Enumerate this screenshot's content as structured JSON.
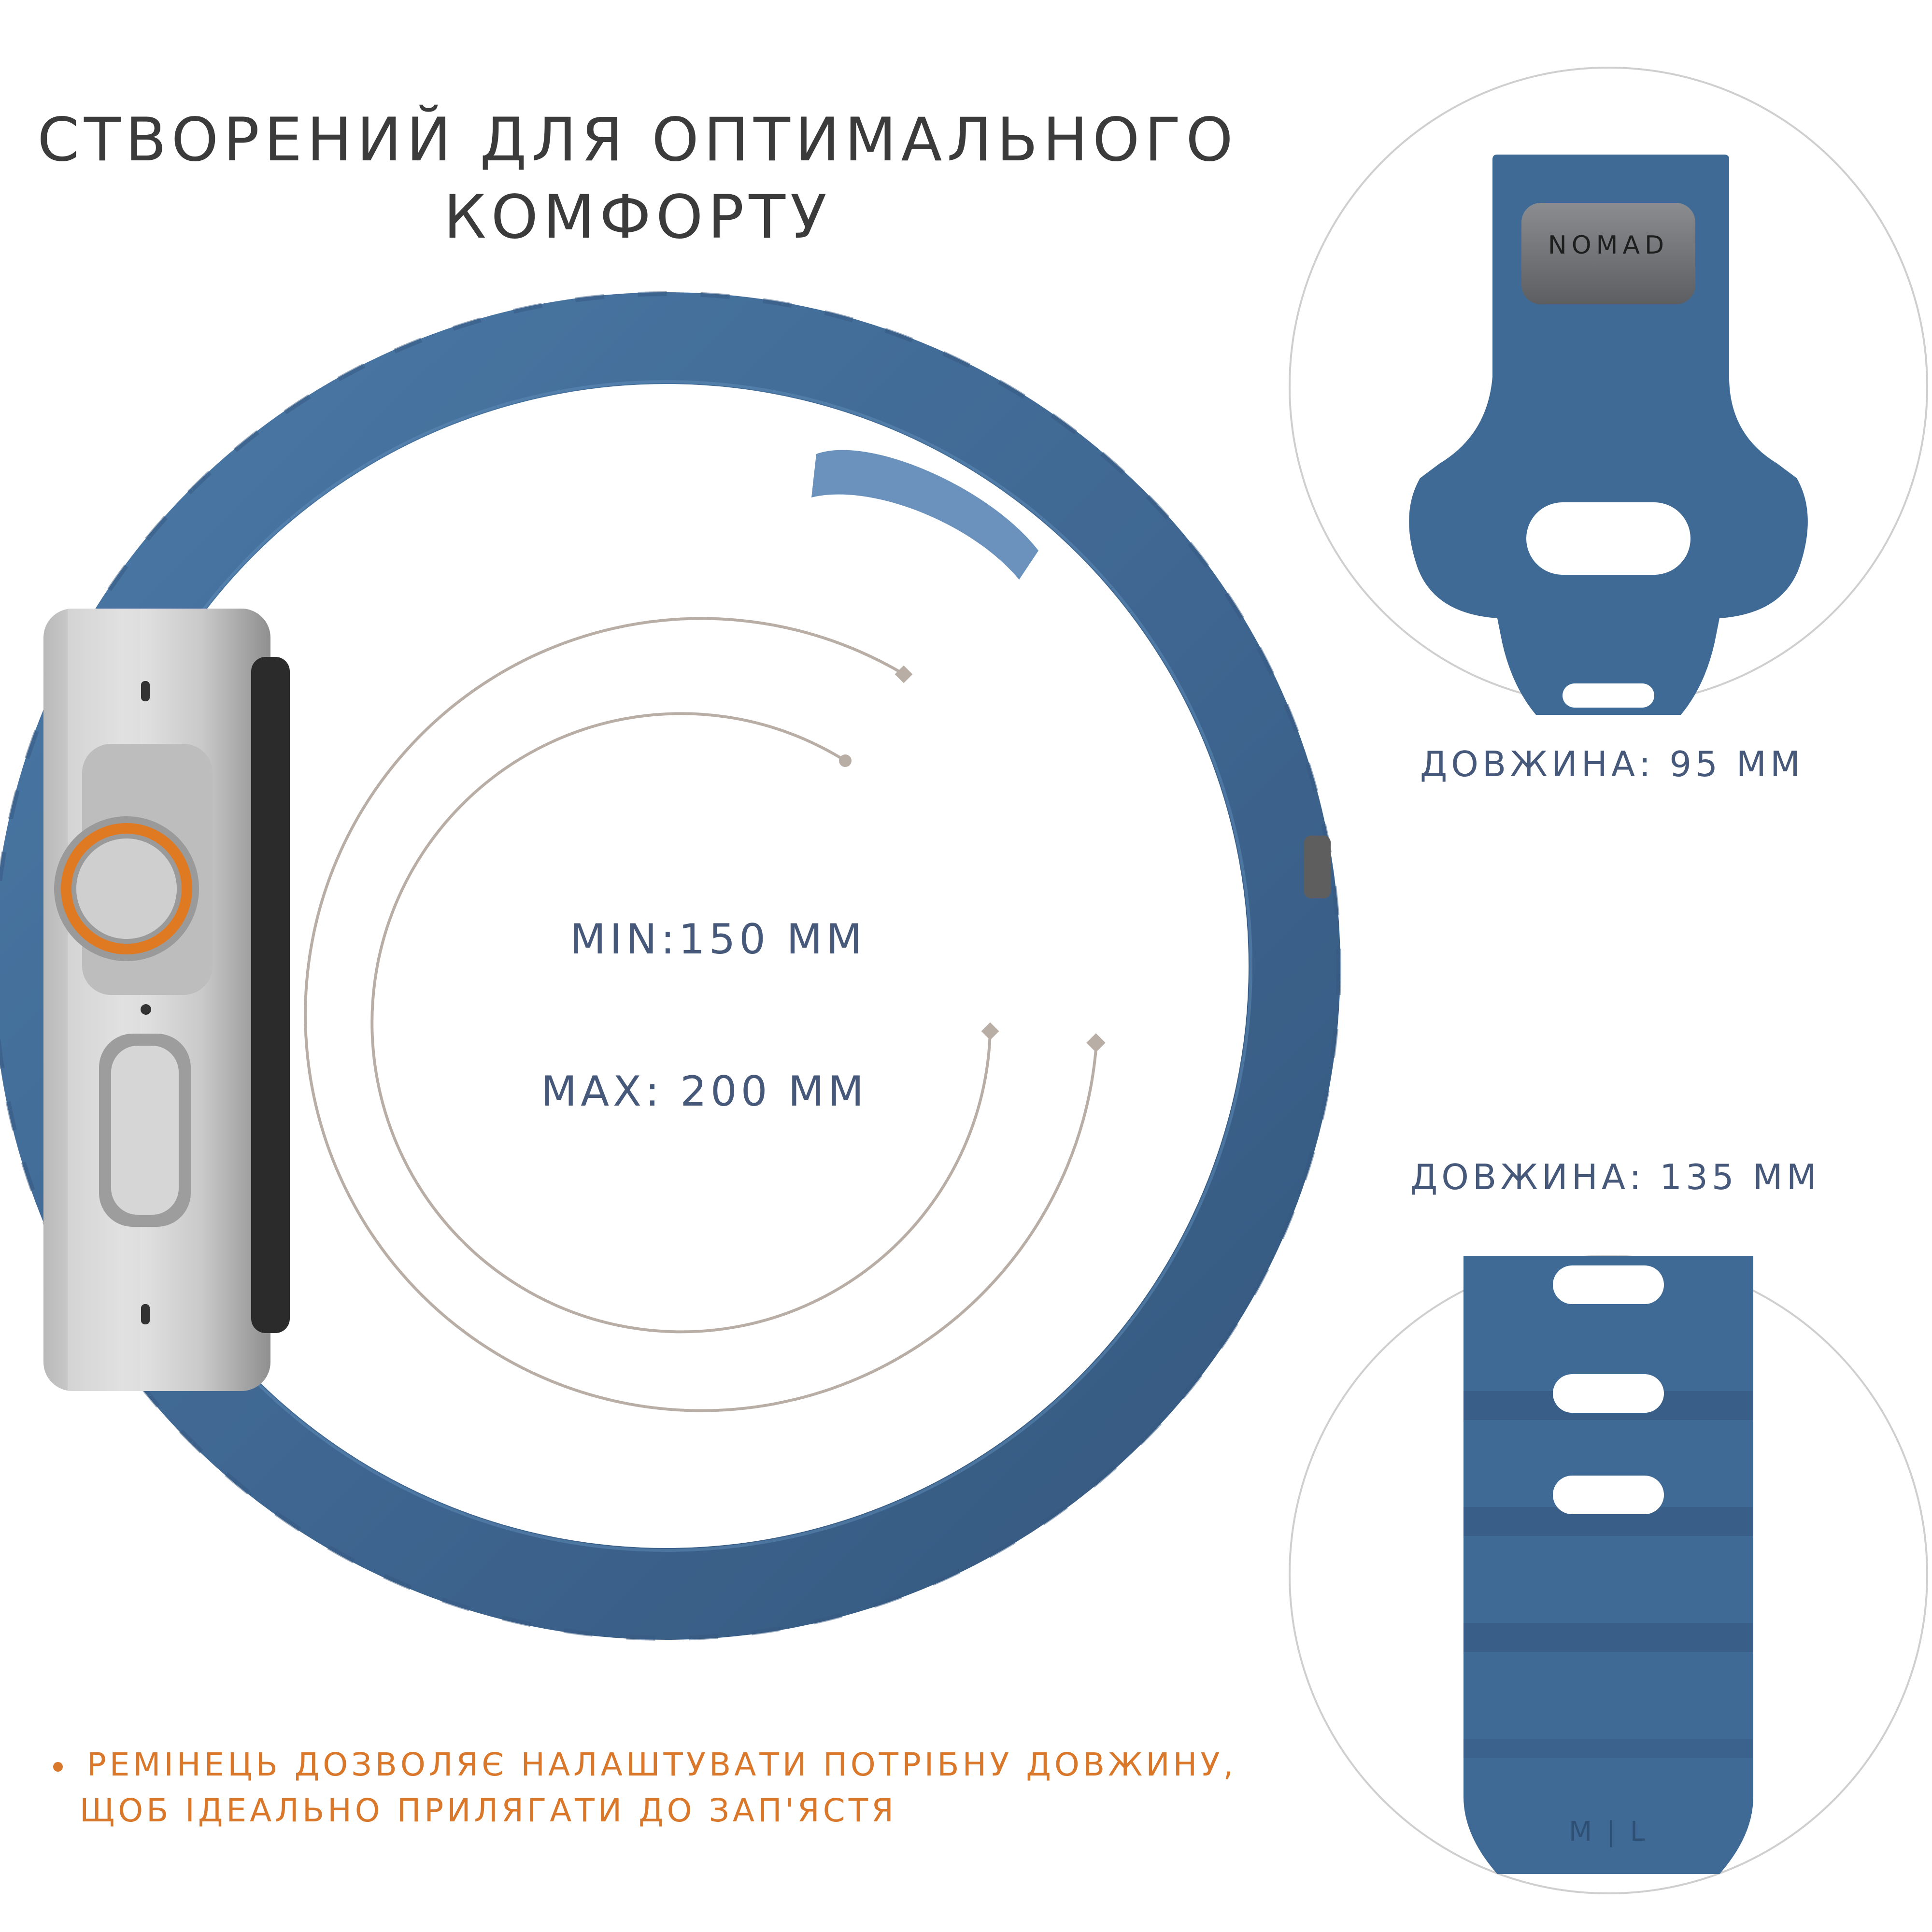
{
  "headline": {
    "line1": "СТВОРЕНИЙ ДЛЯ ОПТИМАЛЬНОГО",
    "line2": "КОМФОРТУ"
  },
  "sizes": {
    "min_label": "MIN:150 MM",
    "max_label": "MAX: 200 MM"
  },
  "parts": {
    "short_length": "ДОВЖИНА: 95 ММ",
    "long_length": "ДОВЖИНА: 135 ММ",
    "brand": "NOMAD",
    "size_mark": "M | L"
  },
  "note": {
    "line1": "РЕМІНЕЦЬ ДОЗВОЛЯЄ НАЛАШТУВАТИ ПОТРІБНУ ДОВЖИНУ,",
    "line2": "ЩОБ ІДЕАЛЬНО ПРИЛЯГАТИ ДО ЗАП'ЯСТЯ"
  },
  "colors": {
    "strap": "#3f6a96",
    "accent": "#d9772a",
    "text_dark": "#3b3b3b",
    "text_blue": "#47597a",
    "arc": "#b8aea6"
  },
  "icons": {
    "watch": "smartwatch-side-view",
    "crown_ring": "orange-crown-ring"
  }
}
